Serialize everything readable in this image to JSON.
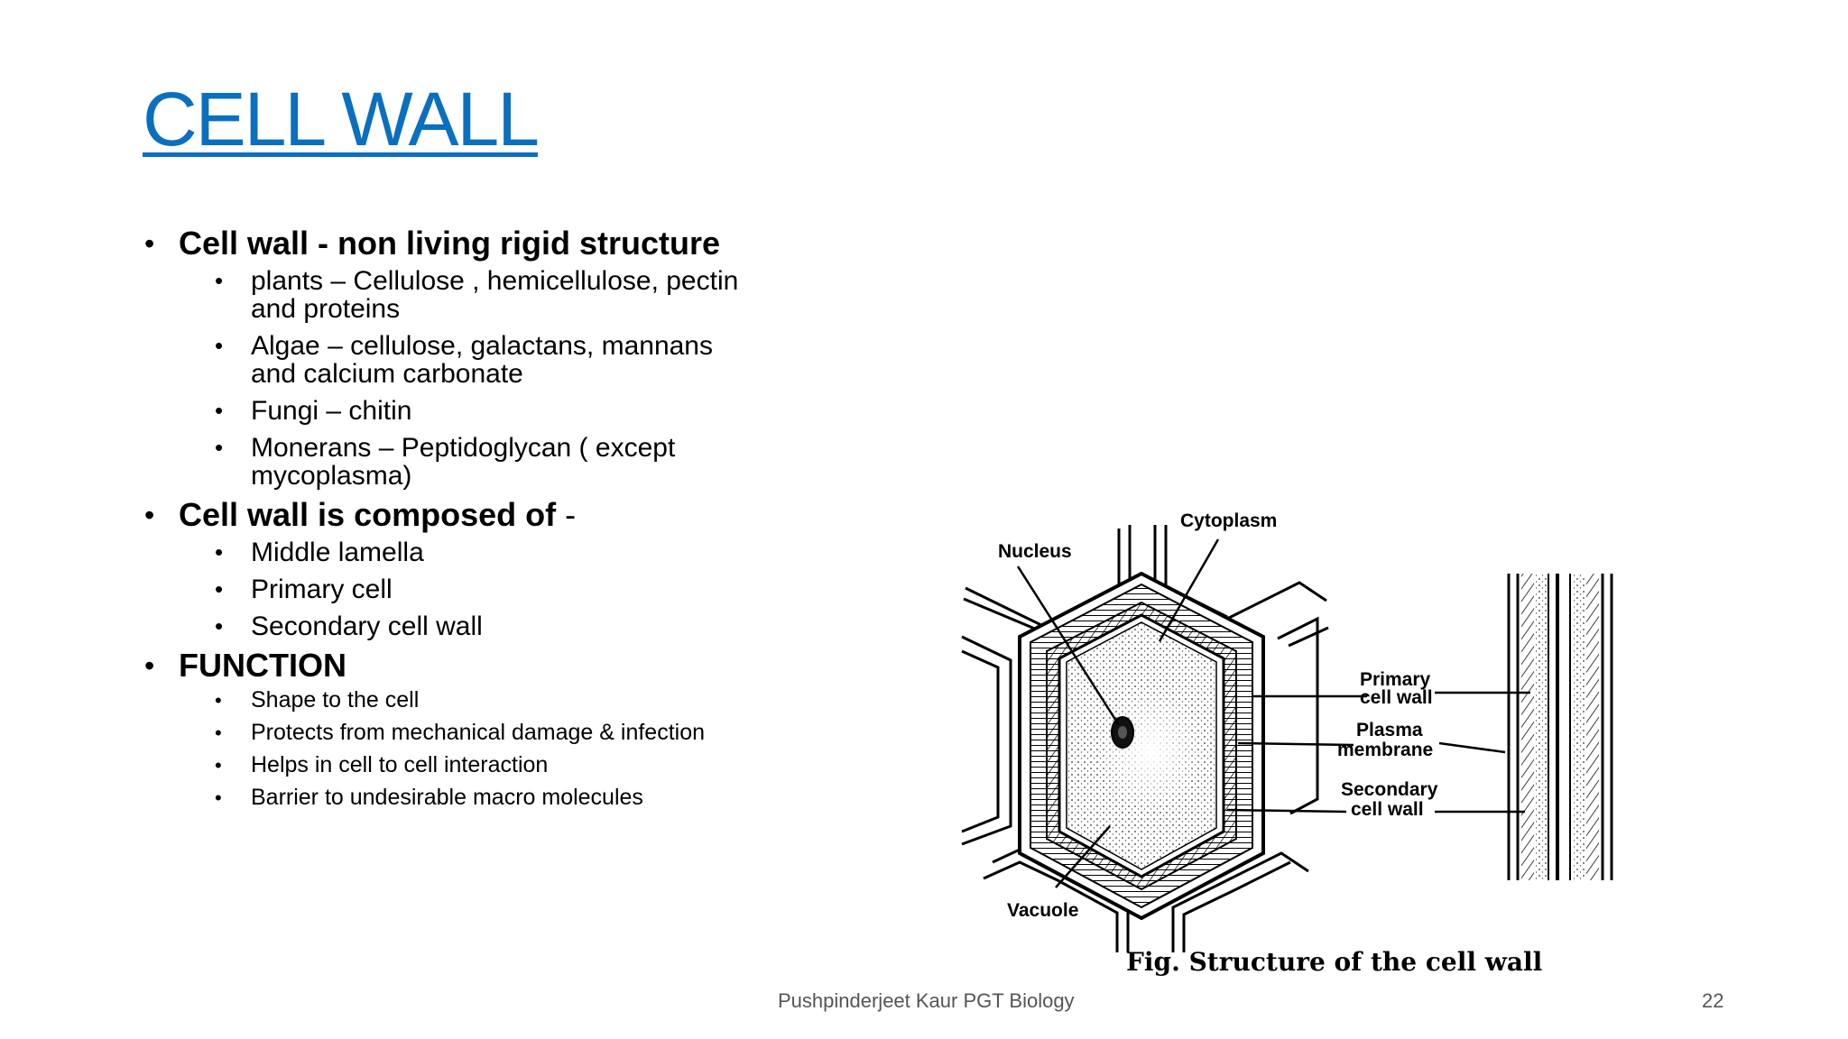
{
  "slide": {
    "title": "CELL WALL",
    "bullets": [
      {
        "text": "Cell wall - non living rigid structure",
        "sub": [
          "plants – Cellulose , hemicellulose, pectin and proteins",
          "Algae – cellulose, galactans, mannans and calcium carbonate",
          "Fungi – chitin",
          "Monerans – Peptidoglycan ( except mycoplasma)"
        ]
      },
      {
        "text": "Cell wall is composed of",
        "suffix": " -",
        "sub": [
          "Middle lamella",
          "Primary cell",
          "Secondary cell wall"
        ]
      },
      {
        "text": "FUNCTION",
        "sub": [
          "Shape to the cell",
          "Protects from mechanical damage & infection",
          "Helps in cell to cell interaction",
          "Barrier to undesirable macro molecules"
        ]
      }
    ]
  },
  "figure": {
    "caption": "Fig. Structure of the cell wall",
    "labels": {
      "cytoplasm": "Cytoplasm",
      "nucleus": "Nucleus",
      "primary_1": "Primary",
      "primary_2": "cell wall",
      "plasma_1": "Plasma",
      "plasma_2": "membrane",
      "secondary_1": "Secondary",
      "secondary_2": "cell wall",
      "vacuole": "Vacuole"
    }
  },
  "footer": {
    "author": "Pushpinderjeet Kaur PGT Biology",
    "page": "22"
  }
}
